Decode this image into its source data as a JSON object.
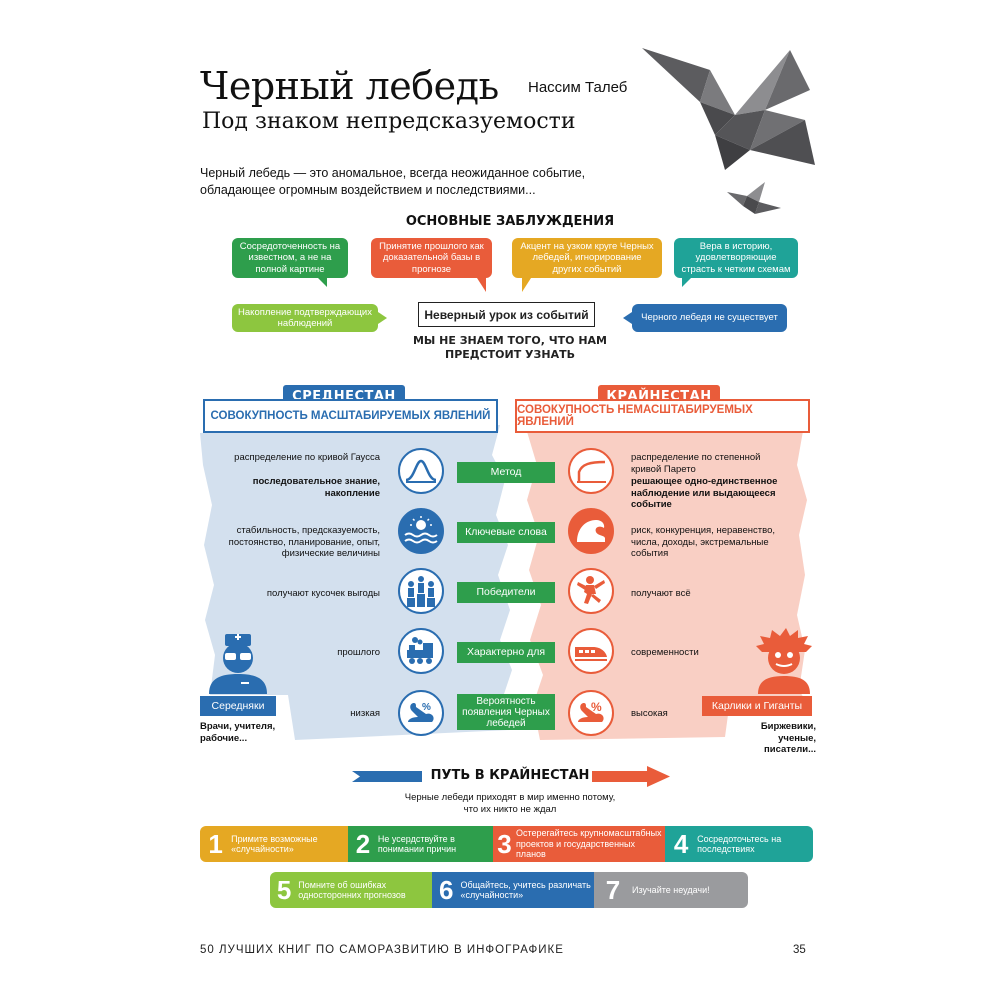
{
  "header": {
    "title": "Черный лебедь",
    "subtitle": "Под знаком непредсказуемости",
    "author": "Нассим Талеб",
    "intro": "Черный лебедь — это аномальное, всегда неожиданное событие, обладающее огромным воздействием и последствиями..."
  },
  "misconceptions": {
    "heading": "ОСНОВНЫЕ ЗАБЛУЖДЕНИЯ",
    "items": [
      {
        "text": "Сосредоточенность на известном, а не на полной картине",
        "color": "#2e9e4c"
      },
      {
        "text": "Принятие прошлого как доказательной базы в прогнозе",
        "color": "#e95c3a"
      },
      {
        "text": "Акцент на узком круге Черных лебедей, игнорирование других событий",
        "color": "#e5a823"
      },
      {
        "text": "Вера в историю, удовлетворяющие страсть к четким схемам",
        "color": "#1fa398"
      },
      {
        "text": "Накопление подтверждающих наблюдений",
        "color": "#8dc63f"
      },
      {
        "text": "Черного лебедя не существует",
        "color": "#2a6db0"
      }
    ],
    "lesson": "Неверный урок из событий",
    "unknown": "МЫ НЕ ЗНАЕМ ТОГО, ЧТО НАМ ПРЕДСТОИТ УЗНАТЬ"
  },
  "mediocristan": {
    "title": "СРЕДНЕСТАН",
    "subtitle": "СОВОКУПНОСТЬ МАСШТАБИРУЕМЫХ ЯВЛЕНИЙ",
    "color": "#2a6db0",
    "rows": [
      {
        "line1": "распределение по кривой Гаусса",
        "line2": "последовательное знание, накопление"
      },
      {
        "line1": "стабильность, предсказуемость, постоянство, планирование, опыт, физические величины",
        "line2": ""
      },
      {
        "line1": "получают кусочек выгоды",
        "line2": ""
      },
      {
        "line1": "прошлого",
        "line2": ""
      },
      {
        "line1": "низкая",
        "line2": ""
      }
    ],
    "person_label": "Середняки",
    "person_desc": "Врачи, учителя, рабочие..."
  },
  "extremistan": {
    "title": "КРАЙНЕСТАН",
    "subtitle": "СОВОКУПНОСТЬ НЕМАСШТАБИРУЕМЫХ ЯВЛЕНИЙ",
    "color": "#e95c3a",
    "rows": [
      {
        "line1": "распределение по степенной кривой Парето",
        "line2": "решающее одно-единственное наблюдение или выдающееся событие"
      },
      {
        "line1": "риск, конкуренция, неравенство, числа, доходы, экстремальные события",
        "line2": ""
      },
      {
        "line1": "получают всё",
        "line2": ""
      },
      {
        "line1": "современности",
        "line2": ""
      },
      {
        "line1": "высокая",
        "line2": ""
      }
    ],
    "person_label": "Карлики и Гиганты",
    "person_desc": "Биржевики, ученые, писатели..."
  },
  "middle_labels": [
    "Метод",
    "Ключевые слова",
    "Победители",
    "Характерно для",
    "Вероятность появления Черных лебедей"
  ],
  "icons": {
    "left": [
      "bell-curve-icon",
      "sea-sun-icon",
      "winners-podium-icon",
      "steam-train-icon",
      "swan-percent-icon"
    ],
    "right": [
      "pareto-curve-icon",
      "wave-icon",
      "jumping-person-icon",
      "bullet-train-icon",
      "swan-percent-icon"
    ]
  },
  "path": {
    "heading": "ПУТЬ В КРАЙНЕСТАН",
    "caption": "Черные лебеди приходят в мир именно потому, что их никто не ждал",
    "steps": [
      {
        "num": "1",
        "text": "Примите возможные «случайности»",
        "color": "#e5a823"
      },
      {
        "num": "2",
        "text": "Не усердствуйте в понимании причин",
        "color": "#2e9e4c"
      },
      {
        "num": "3",
        "text": "Остерегайтесь крупномасштабных проектов и государственных планов",
        "color": "#e95c3a"
      },
      {
        "num": "4",
        "text": "Сосредоточьтесь на последствиях",
        "color": "#1fa398"
      },
      {
        "num": "5",
        "text": "Помните об ошибках односторонних прогнозов",
        "color": "#8dc63f"
      },
      {
        "num": "6",
        "text": "Общайтесь, учитесь различать «случайности»",
        "color": "#2a6db0"
      },
      {
        "num": "7",
        "text": "Изучайте неудачи!",
        "color": "#9a9b9e"
      }
    ]
  },
  "footer": {
    "book": "50 ЛУЧШИХ КНИГ ПО САМОРАЗВИТИЮ В ИНФОГРАФИКЕ",
    "page": "35"
  }
}
